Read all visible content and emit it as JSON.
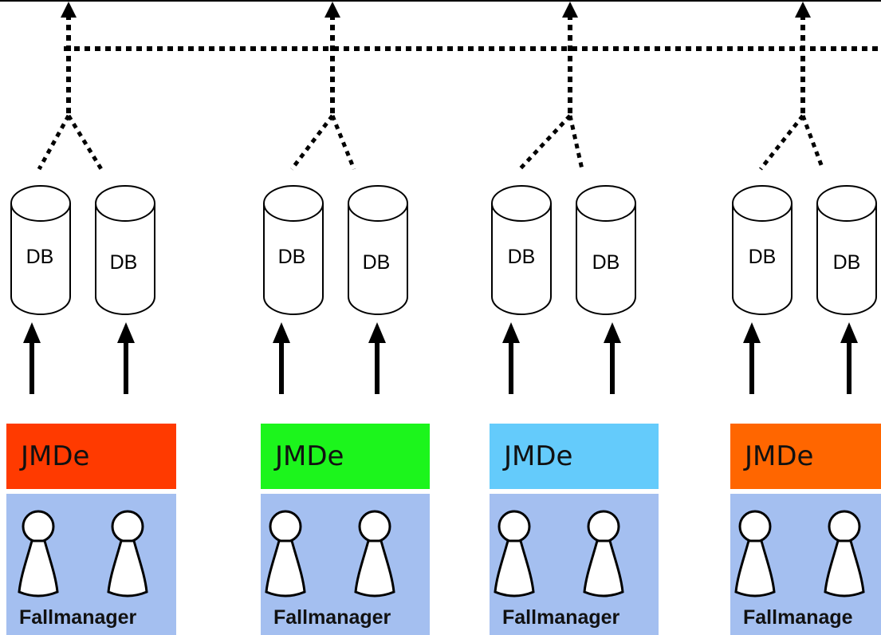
{
  "groups": [
    {
      "system": "JMDe",
      "color": "#ff3a00",
      "users": "Fallmanager",
      "db_labels": [
        "DB",
        "DB"
      ]
    },
    {
      "system": "JMDe",
      "color": "#1cf51c",
      "users": "Fallmanager",
      "db_labels": [
        "DB",
        "DB"
      ]
    },
    {
      "system": "JMDe",
      "color": "#64cbfb",
      "users": "Fallmanager",
      "db_labels": [
        "DB",
        "DB"
      ]
    },
    {
      "system": "JMDe",
      "color": "#ff6600",
      "users": "Fallmanage",
      "db_labels": [
        "DB",
        "DB"
      ]
    }
  ]
}
